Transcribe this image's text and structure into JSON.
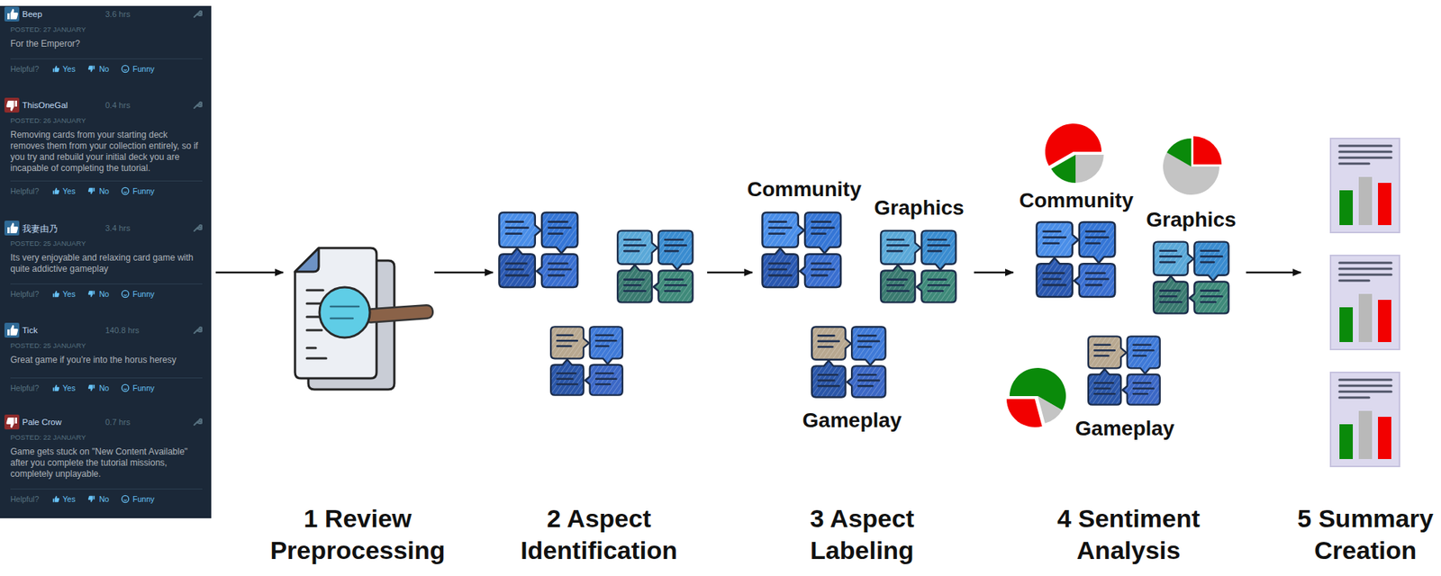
{
  "diagram": {
    "nodes": [
      {
        "text": [
          "Beep",
          "3.6 hrs",
          "POSTED: 27 JANUARY",
          "For the Emperor?",
          "Helpful?",
          "Yes",
          "No",
          "Funny"
        ]
      },
      {
        "text": [
          "ThisOneGal",
          "0.4 hrs",
          "POSTED: 26 JANUARY",
          "Removing cards from your starting deck removes them from your collection entirely, so if you try and rebuild your initial deck you are incapable of completing the tutorial.",
          "Helpful?",
          "Yes",
          "No",
          "Funny"
        ]
      },
      {
        "text": [
          "我妻由乃",
          "3.4 hrs",
          "POSTED: 25 JANUARY",
          "Its very enjoyable and relaxing card game with quite addictive gameplay",
          "Helpful?",
          "Yes",
          "No",
          "Funny"
        ]
      },
      {
        "text": [
          "Tick",
          "140.8 hrs",
          "POSTED: 25 JANUARY",
          "Great game if you're into the horus heresy",
          "Helpful?",
          "Yes",
          "No",
          "Funny"
        ]
      },
      {
        "text": [
          "Pale Crow",
          "0.7 hrs",
          "POSTED: 22 JANUARY",
          "Game gets stuck on \"New Content Available\" after you complete the tutorial missions, completely unplayable.",
          "Helpful?",
          "Yes",
          "No",
          "Funny"
        ]
      },
      {
        "text": [
          "1 Review Preprocessing"
        ]
      },
      {
        "text": [
          "2 Aspect Identification"
        ]
      },
      {
        "text": [
          "3 Aspect Labeling"
        ]
      },
      {
        "text": [
          "Community"
        ],
        "in": 7
      },
      {
        "text": [
          "Graphics"
        ],
        "in": 7
      },
      {
        "text": [
          "Gameplay"
        ],
        "in": 7
      },
      {
        "text": [
          "4 Sentiment Analysis"
        ]
      },
      {
        "text": [
          "Community"
        ],
        "in": 11
      },
      {
        "text": [
          "Graphics"
        ],
        "in": 11
      },
      {
        "text": [
          "Gameplay"
        ],
        "in": 11
      },
      {
        "text": [
          "5 Summary Creation"
        ]
      }
    ],
    "edges": [
      {
        "from": 2,
        "to": 5,
        "arrow": "to"
      },
      {
        "from": 5,
        "to": 6,
        "arrow": "to"
      },
      {
        "from": 6,
        "to": 7,
        "arrow": "to"
      },
      {
        "from": 7,
        "to": 11,
        "arrow": "to"
      },
      {
        "from": 11,
        "to": 15,
        "arrow": "to"
      }
    ]
  }
}
